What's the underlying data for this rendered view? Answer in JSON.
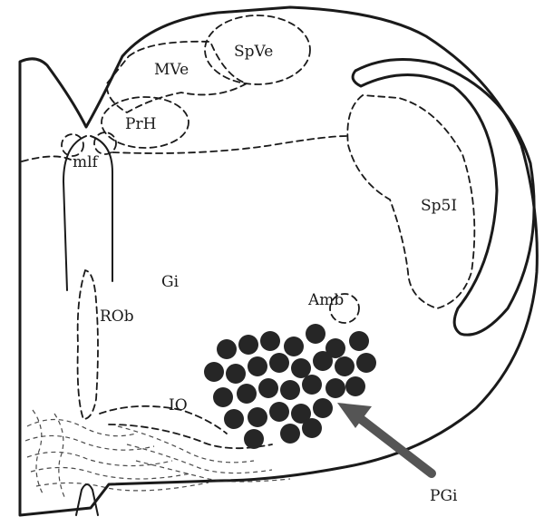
{
  "labels": {
    "spve": "SpVe",
    "mve": "MVe",
    "prh": "PrH",
    "mlf": "mlf",
    "sp5i": "Sp5I",
    "gi": "Gi",
    "roh": "ROb",
    "amb": "Amb",
    "io": "IO",
    "pgi": "PGi"
  },
  "colors": {
    "ink": "#1a1a1a",
    "cell": "#262626",
    "arrow": "#555555"
  }
}
